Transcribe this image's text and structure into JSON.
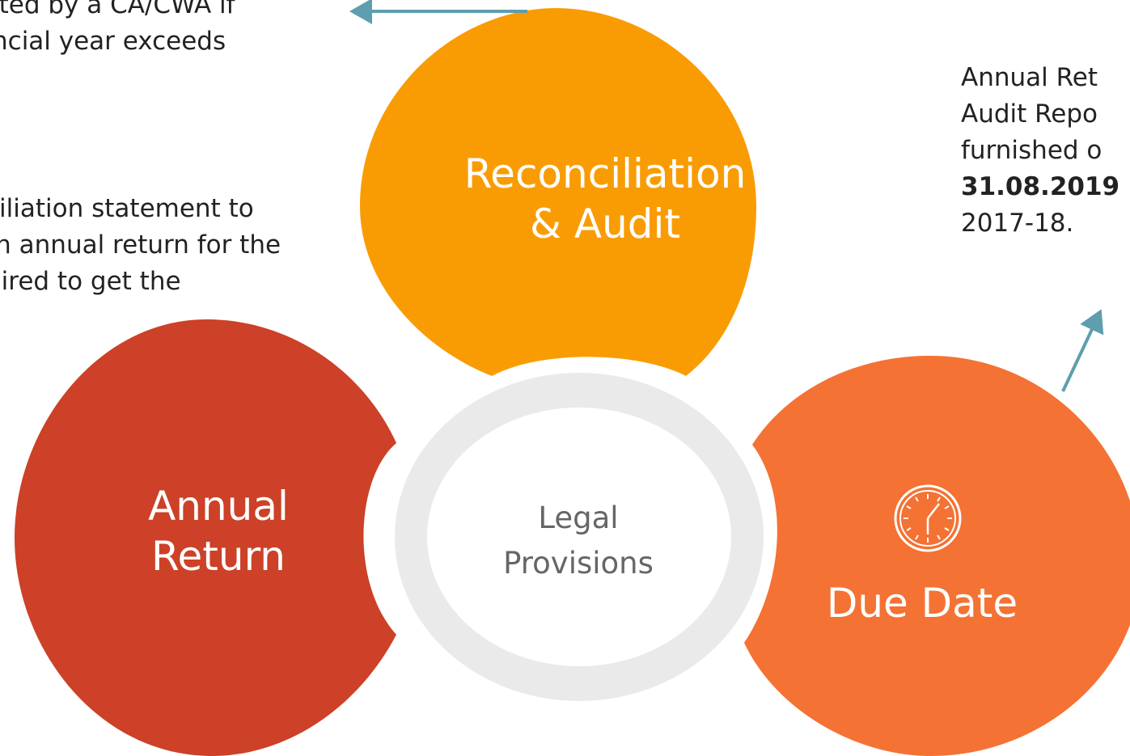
{
  "annotations": {
    "top_left": {
      "lines": [
        "ited by a CA/CWA if",
        "ncial year exceeds"
      ]
    },
    "mid_left": {
      "lines": [
        "ciliation statement to",
        "th annual return for the",
        "uired to get the"
      ]
    },
    "right": {
      "line1": "Annual Ret",
      "line2": "Audit Repo",
      "line3": "furnished o",
      "line4_bold": "31.08.2019",
      "line5": "2017-18."
    }
  },
  "nodes": {
    "reconciliation": {
      "lines": [
        "Reconciliation",
        "& Audit"
      ],
      "color": "#F99C04"
    },
    "annual_return": {
      "lines": [
        "Annual",
        "Return"
      ],
      "color": "#CC4127"
    },
    "due_date": {
      "label": "Due Date",
      "icon": "clock-icon",
      "color": "#F47234"
    },
    "center": {
      "lines": [
        "Legal",
        "Provisions"
      ],
      "ring_color": "#EAEAEA",
      "fill_color": "#FFFFFF"
    }
  },
  "arrows": {
    "color": "#5E9EAE"
  }
}
